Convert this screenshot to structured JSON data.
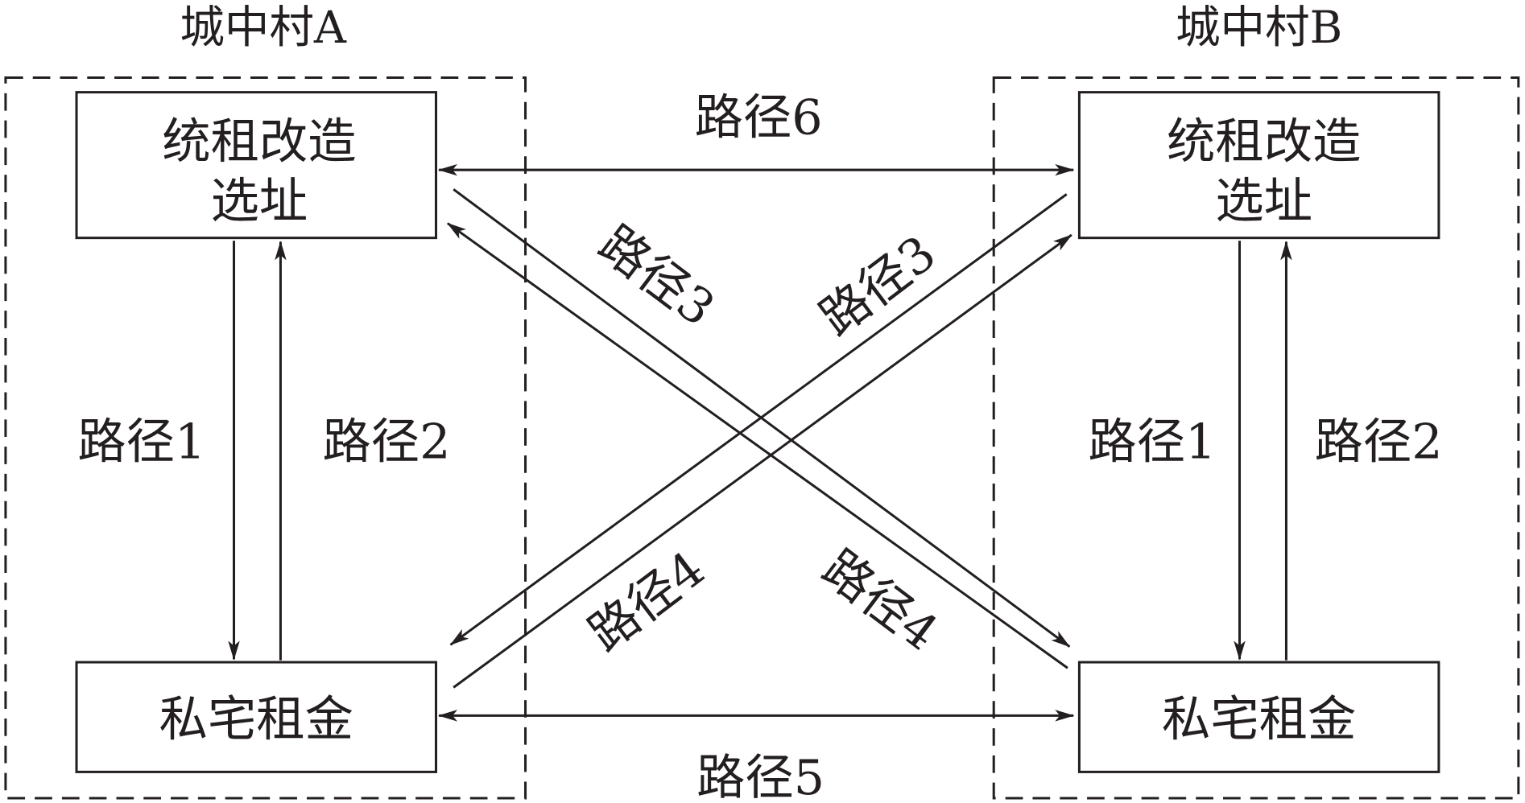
{
  "groups": {
    "a": {
      "title": "城中村A"
    },
    "b": {
      "title": "城中村B"
    }
  },
  "nodes": {
    "a_top": {
      "line1": "统租改造",
      "line2": "选址"
    },
    "a_bottom": {
      "label": "私宅租金"
    },
    "b_top": {
      "line1": "统租改造",
      "line2": "选址"
    },
    "b_bottom": {
      "label": "私宅租金"
    }
  },
  "paths": {
    "p1_a": "路径1",
    "p2_a": "路径2",
    "p1_b": "路径1",
    "p2_b": "路径2",
    "p3_left": "路径3",
    "p3_right": "路径3",
    "p4_left": "路径4",
    "p4_right": "路径4",
    "p5": "路径5",
    "p6": "路径6"
  },
  "colors": {
    "stroke": "#231f20",
    "background": "#ffffff"
  }
}
